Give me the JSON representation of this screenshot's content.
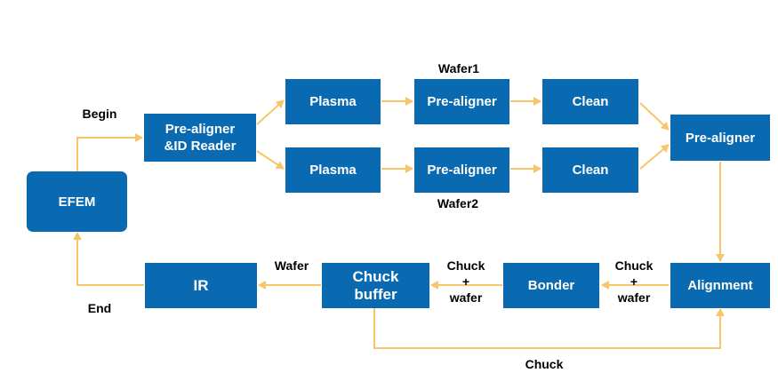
{
  "nodes": {
    "efem": "EFEM",
    "prealigner_id": {
      "line1": "Pre-aligner",
      "line2": "&ID Reader"
    },
    "plasma_top": "Plasma",
    "prealigner_top": "Pre-aligner",
    "clean_top": "Clean",
    "plasma_bottom": "Plasma",
    "prealigner_bottom": "Pre-aligner",
    "clean_bottom": "Clean",
    "prealigner_right": "Pre-aligner",
    "alignment": "Alignment",
    "bonder": "Bonder",
    "chuck_buffer": {
      "line1": "Chuck",
      "line2": "buffer"
    },
    "ir": "IR"
  },
  "labels": {
    "begin": "Begin",
    "end": "End",
    "wafer1": "Wafer1",
    "wafer2": "Wafer2",
    "wafer": "Wafer",
    "chuck_wafer_right": {
      "line1": "Chuck",
      "line2": "+",
      "line3": "wafer"
    },
    "chuck_wafer_left": {
      "line1": "Chuck",
      "line2": "+",
      "line3": "wafer"
    },
    "chuck": "Chuck"
  },
  "colors": {
    "box": "#0a6ab1",
    "arrow": "#f7c66b",
    "box_text": "#ffffff",
    "label_text": "#000000"
  }
}
